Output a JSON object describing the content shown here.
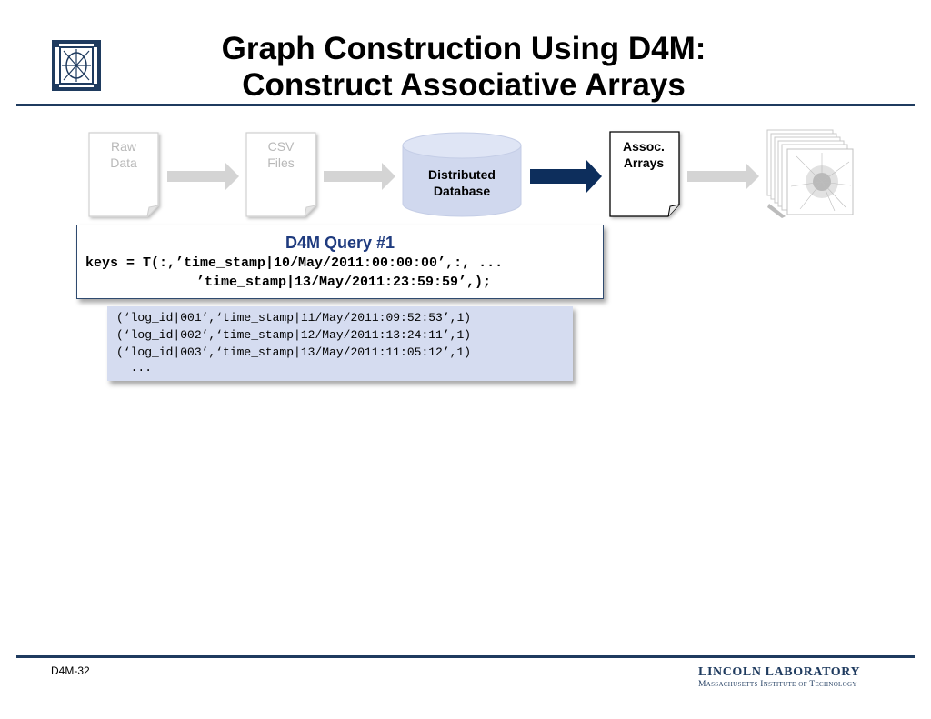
{
  "header": {
    "title_line1": "Graph Construction Using D4M:",
    "title_line2": "Construct Associative Arrays"
  },
  "pipeline": {
    "raw_data": "Raw\nData",
    "csv_files": "CSV\nFiles",
    "database": "Distributed\nDatabase",
    "assoc_arrays": "Assoc.\nArrays",
    "active_arrow_color": "#0d2e5c",
    "inactive_arrow_color": "#d4d4d4"
  },
  "query": {
    "title": "D4M Query #1",
    "line1": "keys = T(:,’time_stamp|10/May/2011:00:00:00’,:, ...",
    "line2": "’time_stamp|13/May/2011:23:59:59’,);"
  },
  "results": {
    "lines": [
      "(‘log_id|001’,‘time_stamp|11/May/2011:09:52:53’,1)",
      "(‘log_id|002’,‘time_stamp|12/May/2011:13:24:11’,1)",
      "(‘log_id|003’,‘time_stamp|13/May/2011:11:05:12’,1)",
      "  ..."
    ]
  },
  "footer": {
    "slide_id": "D4M-32",
    "lab_name": "LINCOLN LABORATORY",
    "lab_sub": "Massachusetts Institute of Technology"
  }
}
